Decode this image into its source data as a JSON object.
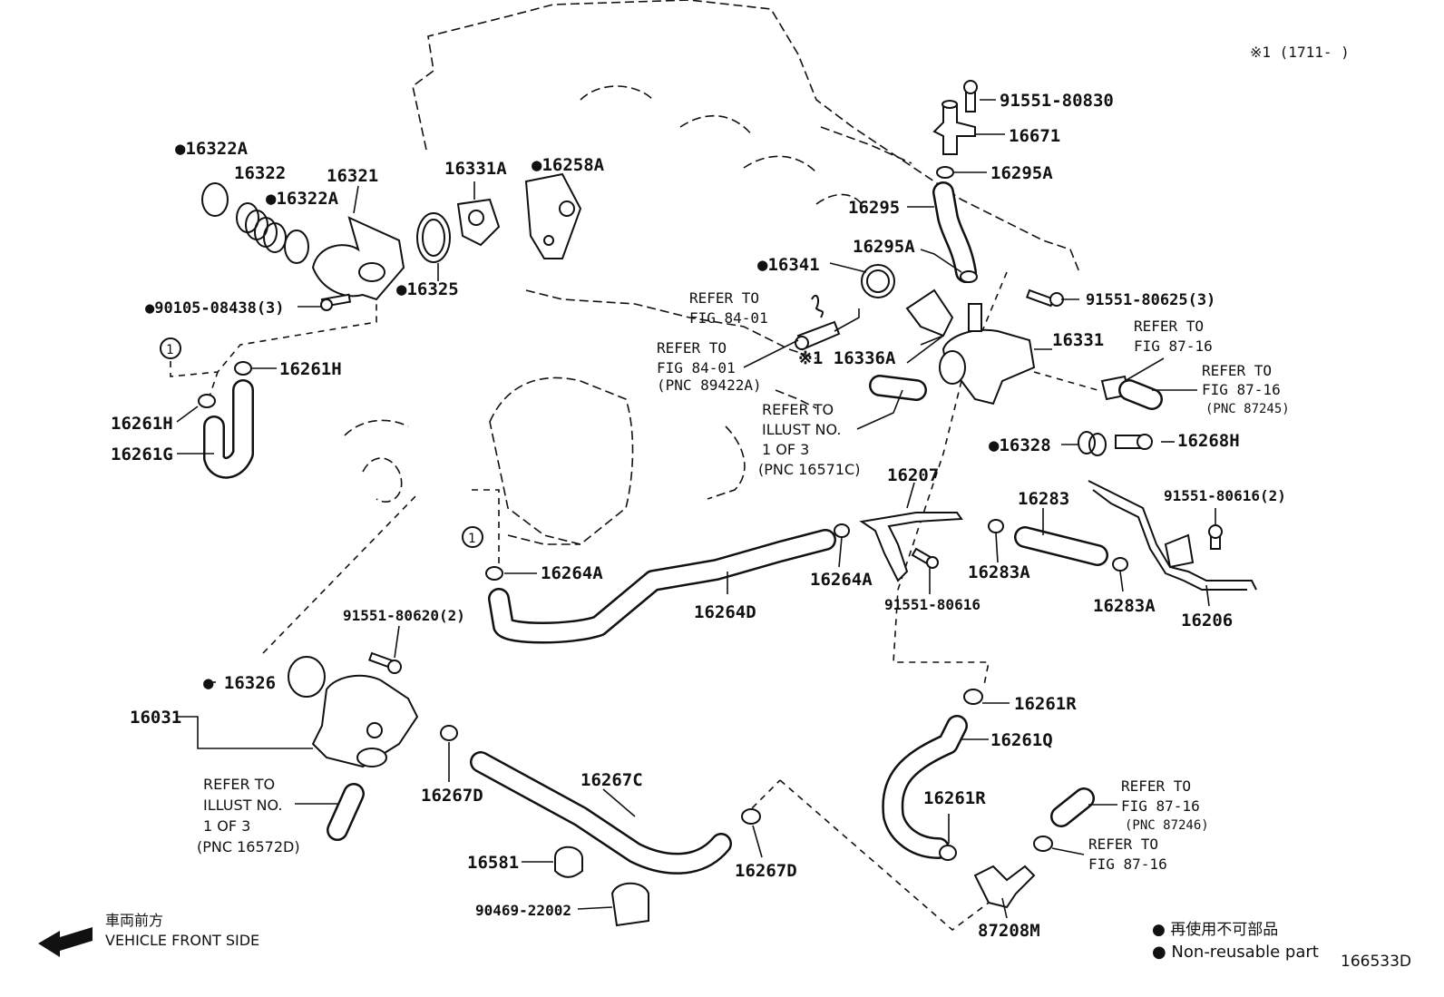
{
  "header_note": "※1 (1711-      )",
  "fig_number": "166533D",
  "labels": {
    "p91551_80830": "91551-80830",
    "p16671": "16671",
    "p16295A_top": "16295A",
    "p16295": "16295",
    "p16295A_mid": "16295A",
    "p16322A_top": "●16322A",
    "p16322": "16322",
    "p16322A_mid": "●16322A",
    "p16321": "16321",
    "p16331A": "16331A",
    "p16258A": "●16258A",
    "p16325": "●16325",
    "p90105": "●90105-08438(3)",
    "p16341": "●16341",
    "p91551_80625": "91551-80625(3)",
    "p16336A": "※1 16336A",
    "p16331": "16331",
    "p16261H_a": "16261H",
    "p16261H_b": "16261H",
    "p16261G": "16261G",
    "p16328": "●16328",
    "p16268H": "16268H",
    "p16207": "16207",
    "p16283": "16283",
    "p91551_80616_2": "91551-80616(2)",
    "p16264A_a": "16264A",
    "p16264A_b": "16264A",
    "p16264D": "16264D",
    "p16283A_a": "16283A",
    "p16283A_b": "16283A",
    "p91551_80616": "91551-80616",
    "p16206": "16206",
    "p91551_80620": "91551-80620(2)",
    "p16326": "● 16326",
    "p16031": "16031",
    "p16267D_a": "16267D",
    "p16267C": "16267C",
    "p16261R_a": "16261R",
    "p16261Q": "16261Q",
    "p16261R_b": "16261R",
    "p16581": "16581",
    "p90469": "90469-22002",
    "p16267D_b": "16267D",
    "p87208M": "87208M",
    "circle_1": "1"
  },
  "refs": {
    "r84_01_a": [
      "REFER TO",
      "FIG 84-01"
    ],
    "r84_01_b": [
      "REFER TO",
      "FIG 84-01",
      "(PNC 89422A)"
    ],
    "r87_16_a": [
      "REFER TO",
      "FIG 87-16"
    ],
    "r87_16_b": [
      "REFER TO",
      "FIG 87-16",
      "(PNC 87245)"
    ],
    "r16571C": [
      "REFER TO",
      "ILLUST NO.",
      "1 OF 3",
      "(PNC 16571C)"
    ],
    "r16572D": [
      "REFER TO",
      "ILLUST NO.",
      "1 OF 3",
      "(PNC 16572D)"
    ],
    "r87246": [
      "REFER TO",
      "FIG 87-16",
      "(PNC 87246)"
    ],
    "r87_16_c": [
      "REFER TO",
      "FIG 87-16"
    ]
  },
  "legend": {
    "jp": "● 再使用不可部品",
    "en": "● Non-reusable part"
  },
  "front": {
    "jp": "車両前方",
    "en": "VEHICLE FRONT SIDE"
  }
}
